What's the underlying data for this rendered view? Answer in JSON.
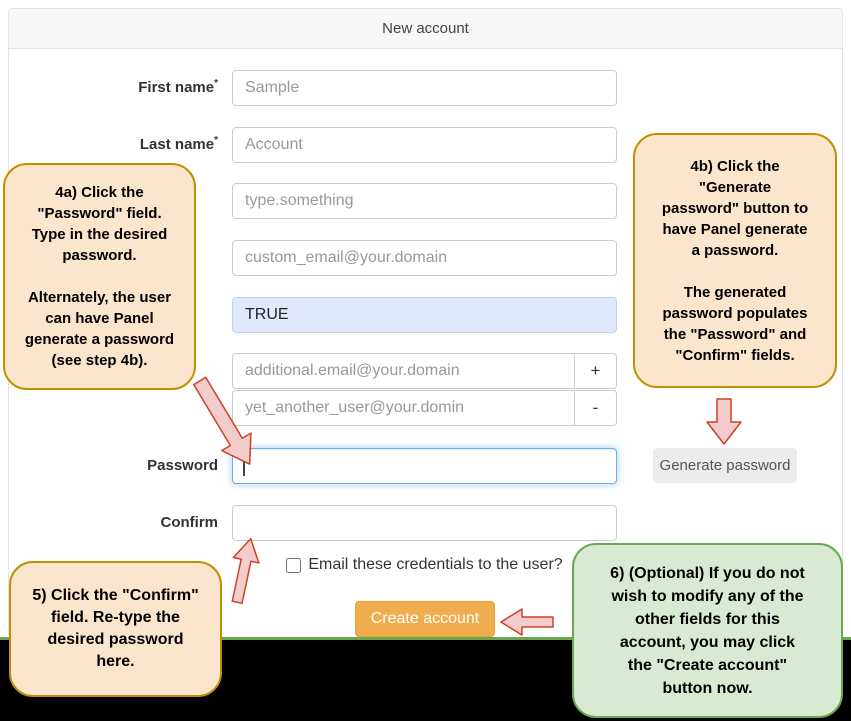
{
  "window": {
    "title": "New account"
  },
  "form": {
    "fields": {
      "first_name": {
        "label": "First name",
        "required": "*",
        "placeholder": "Sample"
      },
      "last_name": {
        "label": "Last name",
        "required": "*",
        "placeholder": "Account"
      },
      "username": {
        "placeholder": "type.something"
      },
      "contact_email": {
        "placeholder": "custom_email@your.domain"
      },
      "send_welcome": {
        "value": "TRUE"
      },
      "alt_email_1": {
        "placeholder": "additional.email@your.domain",
        "button": "+"
      },
      "alt_email_2": {
        "placeholder": "yet_another_user@your.domin",
        "button": "-"
      },
      "password": {
        "label": "Password",
        "value": ""
      },
      "confirm": {
        "label": "Confirm",
        "value": ""
      }
    },
    "checkbox_label": "Email these credentials to the user?",
    "buttons": {
      "create": "Create account",
      "generate": "Generate password"
    }
  },
  "callouts": {
    "step4a": "4a) Click the\n\"Password\" field.\nType in the desired\npassword.\n\nAlternately, the user\ncan have Panel\ngenerate a password\n(see step 4b).",
    "step4b": "4b) Click the\n\"Generate\npassword\" button to\nhave Panel generate\na password.\n\nThe generated\npassword populates\nthe \"Password\" and\n\"Confirm\" fields.",
    "step5": "5) Click the \"Confirm\"\nfield.  Re-type the\ndesired password\nhere.",
    "step6": "6) (Optional)  If you do not\nwish to modify any of the\nother fields for this\naccount, you may click\nthe \"Create account\"\nbutton now."
  },
  "colors": {
    "callout_orange_bg": "#fce5cd",
    "callout_orange_border": "#bf9000",
    "callout_green_bg": "#d9ead3",
    "callout_green_border": "#6aa84f",
    "arrow_fill": "#f4cccc",
    "arrow_stroke": "#cc4125",
    "create_button_bg": "#f0ad4e",
    "focus_border": "#66afe9",
    "true_field_bg": "#dfe9fb",
    "bottom_bar": "#000000",
    "green_line": "#6aa84f"
  }
}
